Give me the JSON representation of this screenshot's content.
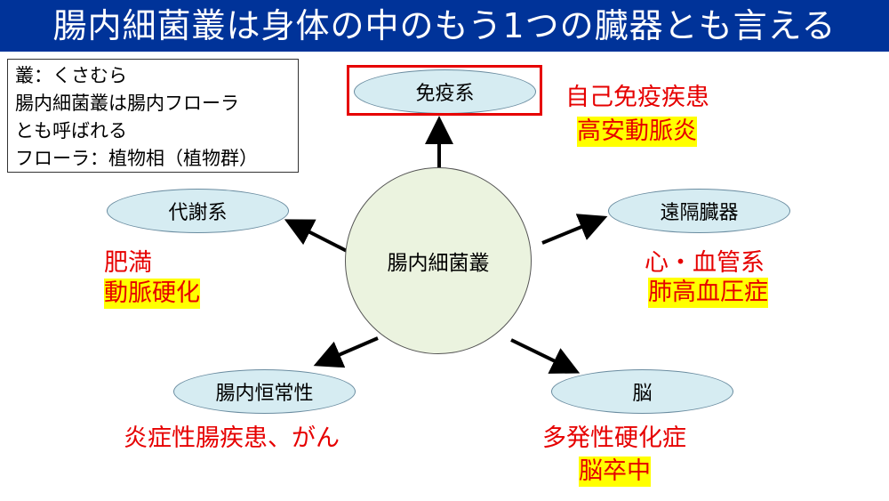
{
  "title": "腸内細菌叢は身体の中のもう1つの臓器とも言える",
  "note": [
    "叢：くさむら",
    "腸内細菌叢は腸内フローラ",
    "とも呼ばれる",
    "フローラ：植物相（植物群）"
  ],
  "center": "腸内細菌叢",
  "nodes": {
    "immune": "免疫系",
    "metabolic": "代謝系",
    "remote": "遠隔臓器",
    "homeostasis": "腸内恒常性",
    "brain": "脳"
  },
  "diseases": {
    "immune": [
      "自己免疫疾患",
      "高安動脈炎"
    ],
    "metabolic": [
      "肥満",
      "動脈硬化"
    ],
    "remote": [
      "心・血管系",
      "肺高血圧症"
    ],
    "homeostasis": [
      "炎症性腸疾患、がん"
    ],
    "brain": [
      "多発性硬化症",
      "脳卒中"
    ]
  },
  "colors": {
    "title_bg": "#003399",
    "disease_text": "#e60000",
    "highlight": "#ffff00"
  }
}
